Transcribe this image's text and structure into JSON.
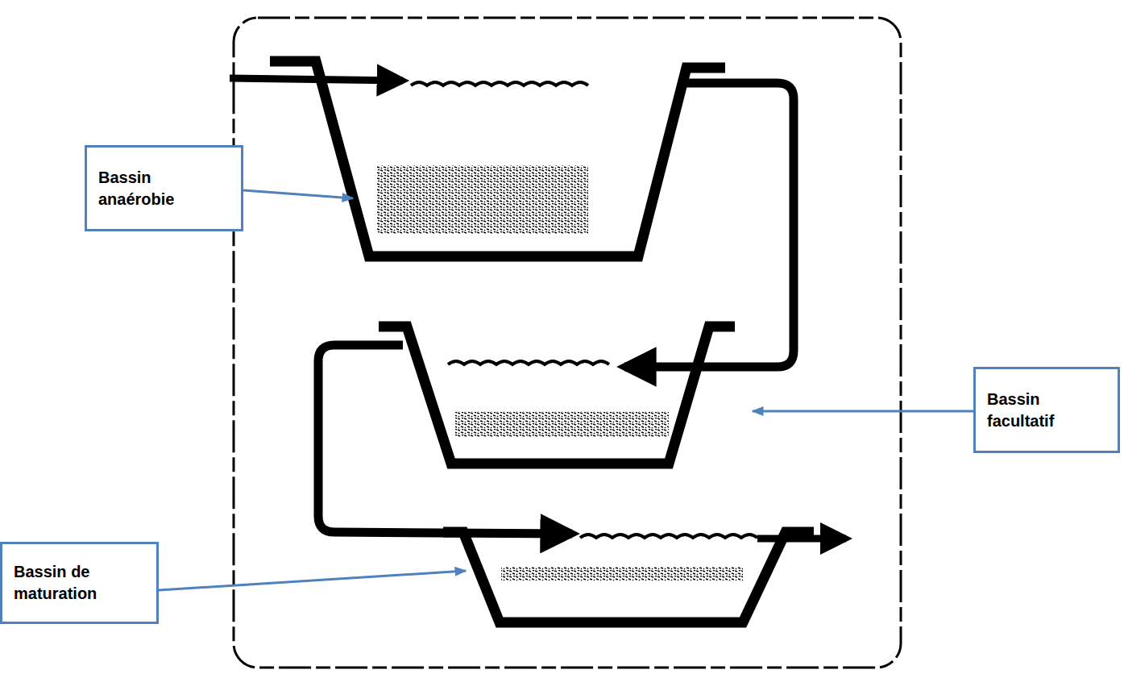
{
  "diagram": {
    "nodes": [
      {
        "text": [
          "Bassin anaérobie"
        ]
      },
      {
        "text": [
          "Bassin facultatif"
        ]
      },
      {
        "text": [
          "Bassin de maturation"
        ]
      }
    ]
  }
}
